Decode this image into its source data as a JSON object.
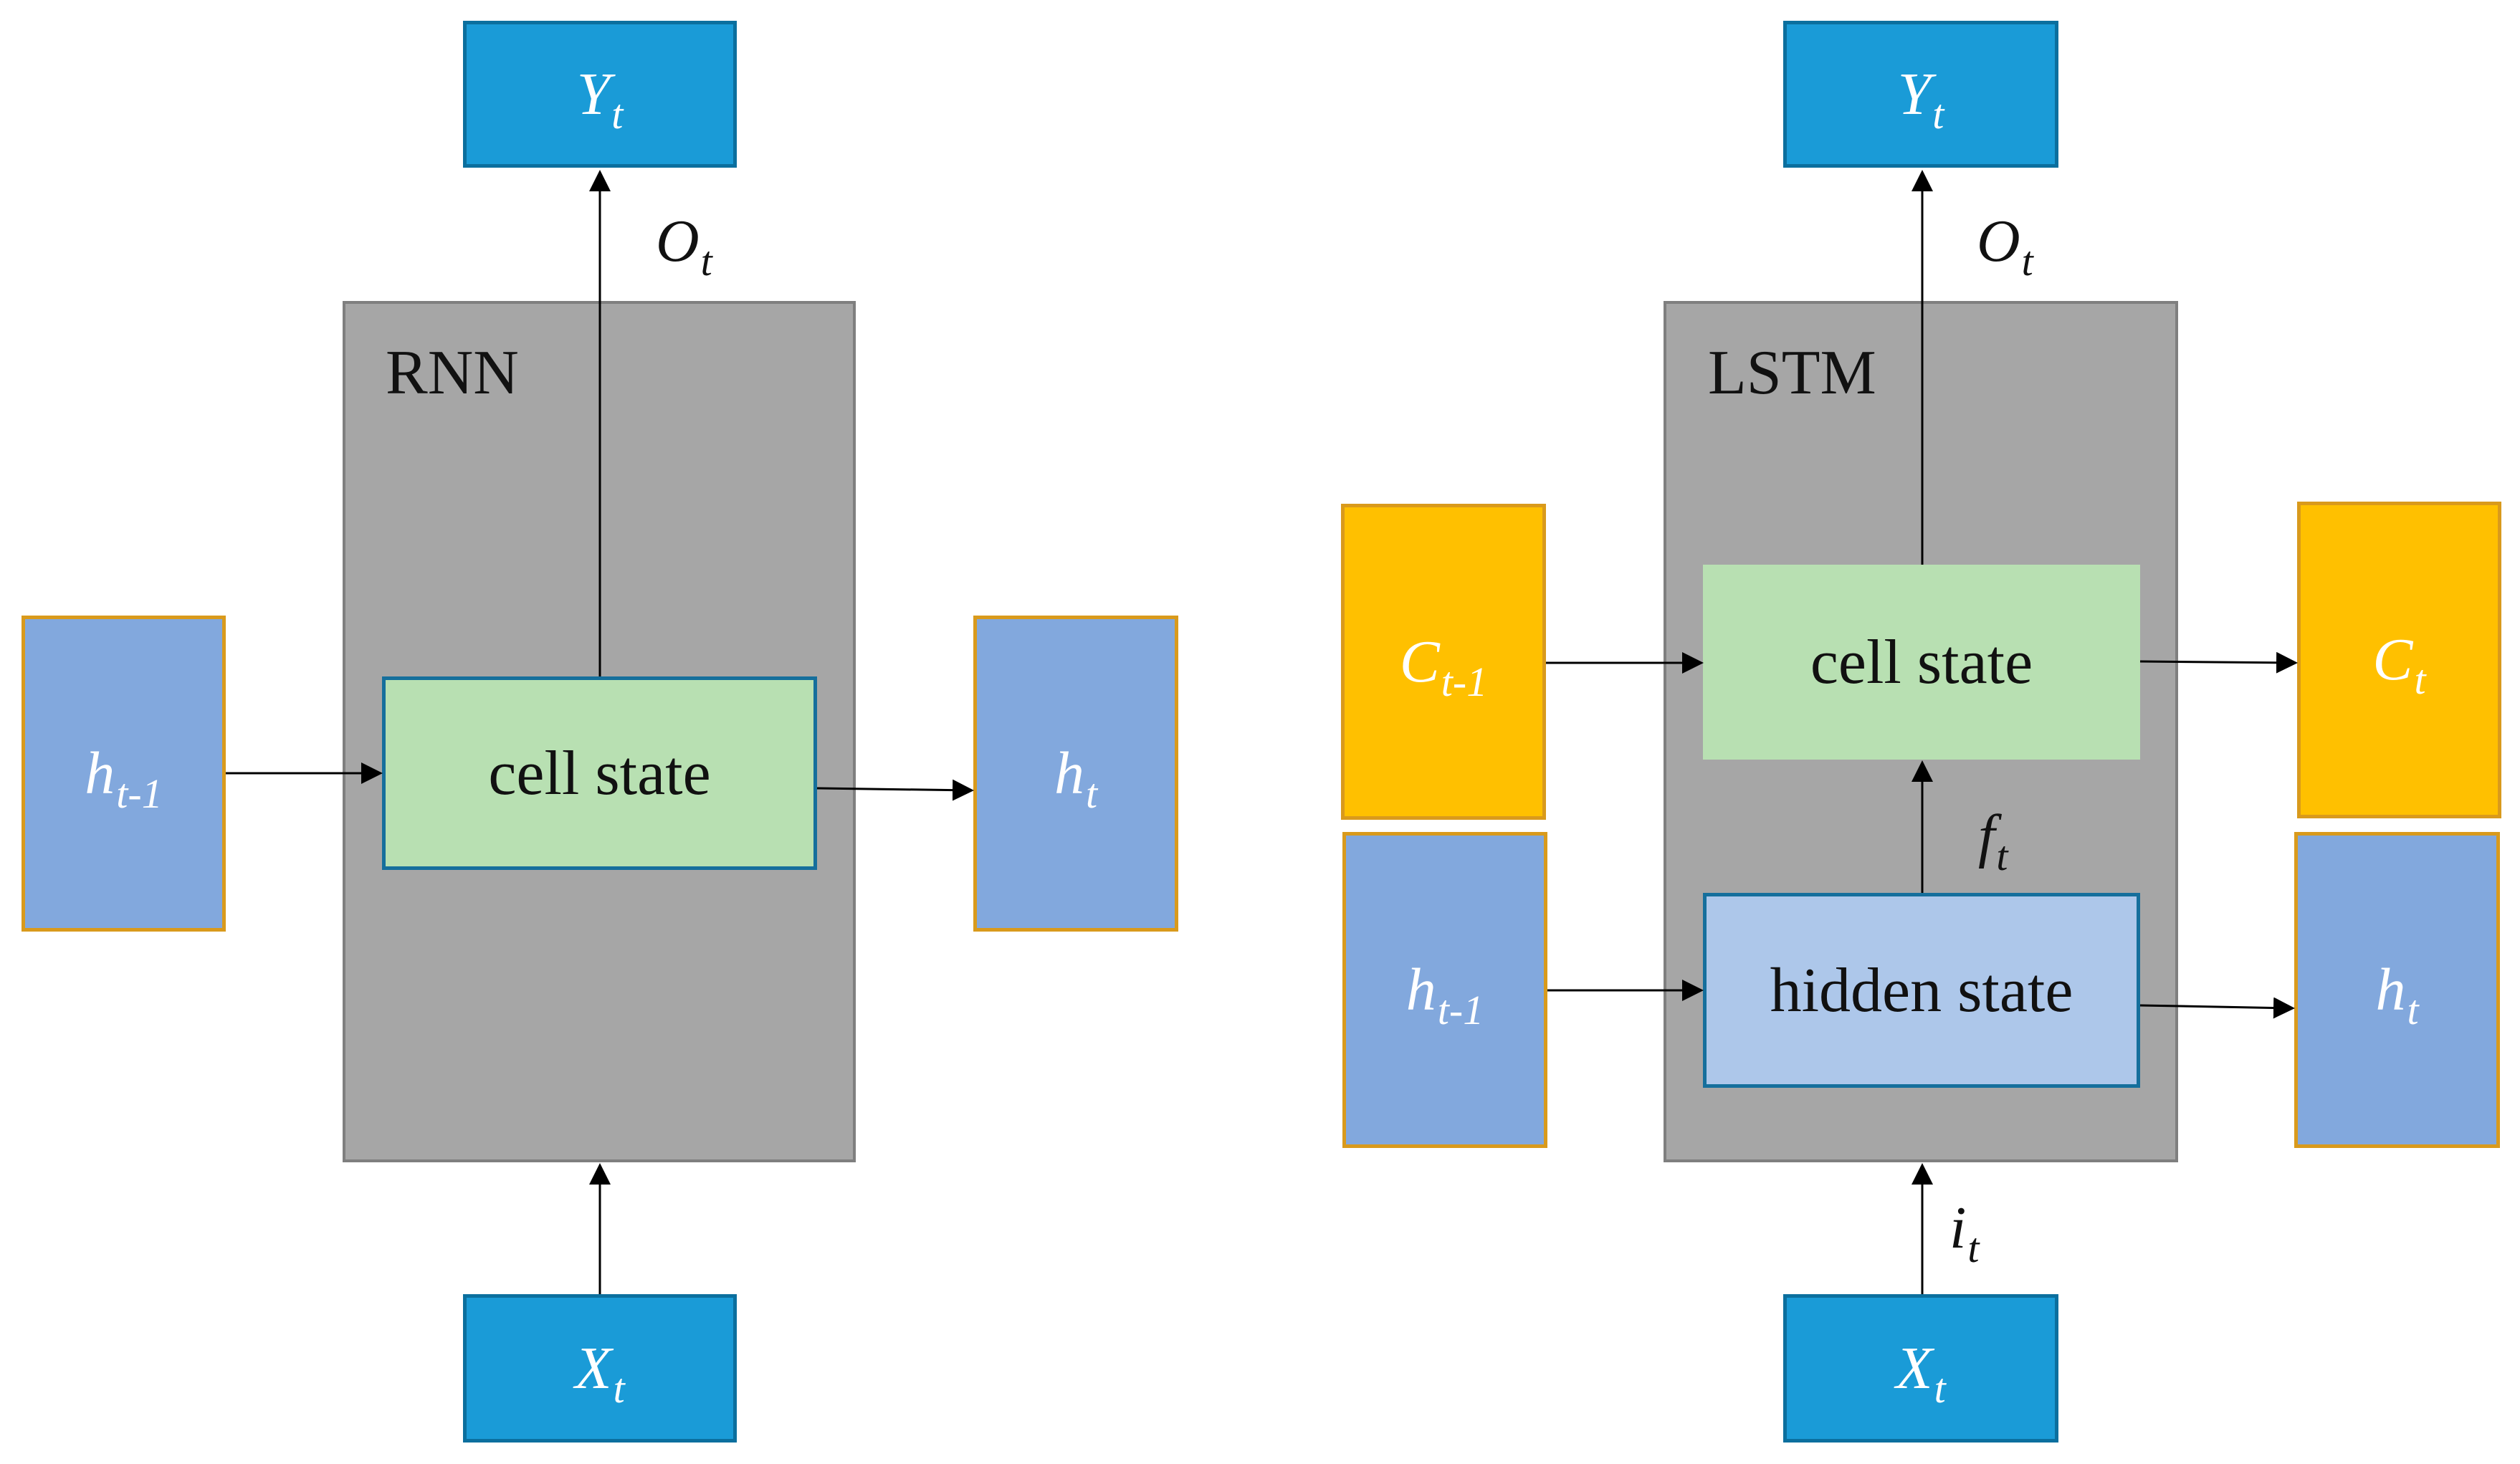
{
  "colors": {
    "io_blue": "#1a9bd7",
    "io_border": "#0b6f9e",
    "hidden_blue": "#82a8dd",
    "orange_border": "#d99a1c",
    "cell_yellow": "#ffc000",
    "cell_green": "#b8e0b2",
    "hidden_box": "#adc7ea",
    "box_border": "#156f9c",
    "container_gray": "#a6a6a6",
    "container_border": "#7f7f7f"
  },
  "rnn": {
    "title": "RNN",
    "output": {
      "base": "Y",
      "sub": "t"
    },
    "output_edge": {
      "base": "O",
      "sub": "t"
    },
    "input": {
      "base": "X",
      "sub": "t"
    },
    "prev_hidden": {
      "base": "h",
      "sub": "t-1"
    },
    "next_hidden": {
      "base": "h",
      "sub": "t"
    },
    "cell_label": "cell state"
  },
  "lstm": {
    "title": "LSTM",
    "output": {
      "base": "Y",
      "sub": "t"
    },
    "output_edge": {
      "base": "O",
      "sub": "t"
    },
    "input": {
      "base": "X",
      "sub": "t"
    },
    "input_edge": {
      "base": "i",
      "sub": "t"
    },
    "prev_cell": {
      "base": "C",
      "sub": "t-1"
    },
    "next_cell": {
      "base": "C",
      "sub": "t"
    },
    "prev_hidden": {
      "base": "h",
      "sub": "t-1"
    },
    "next_hidden": {
      "base": "h",
      "sub": "t"
    },
    "forget_edge": {
      "base": "f",
      "sub": "t"
    },
    "cell_label": "cell state",
    "hidden_label": "hidden state"
  }
}
